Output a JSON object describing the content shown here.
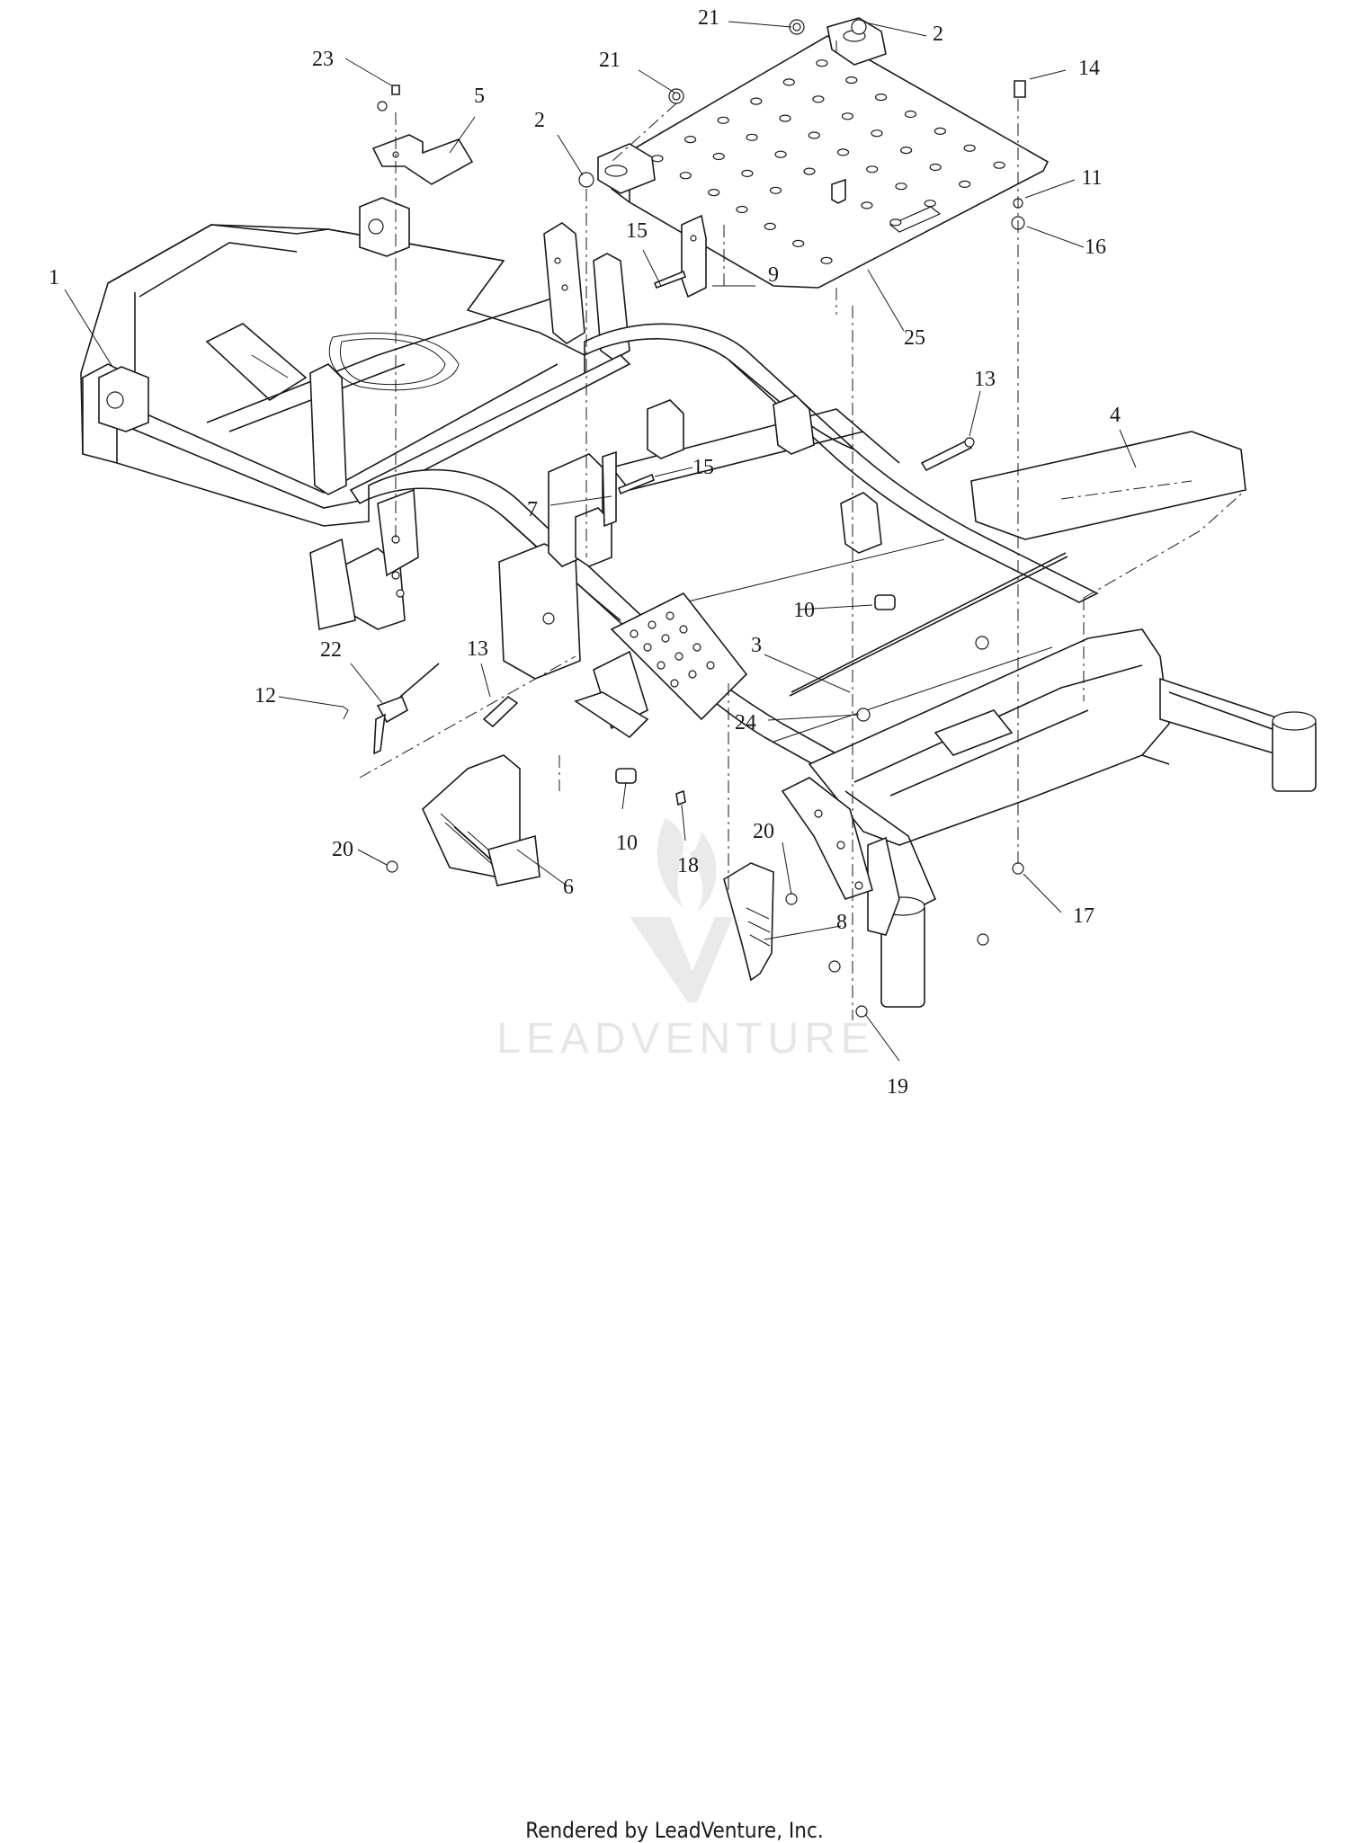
{
  "diagram": {
    "callouts": [
      {
        "id": "1",
        "text": "1"
      },
      {
        "id": "2a",
        "text": "2"
      },
      {
        "id": "2b",
        "text": "2"
      },
      {
        "id": "3",
        "text": "3"
      },
      {
        "id": "4",
        "text": "4"
      },
      {
        "id": "5",
        "text": "5"
      },
      {
        "id": "6",
        "text": "6"
      },
      {
        "id": "7",
        "text": "7"
      },
      {
        "id": "8",
        "text": "8"
      },
      {
        "id": "9",
        "text": "9"
      },
      {
        "id": "10a",
        "text": "10"
      },
      {
        "id": "10b",
        "text": "10"
      },
      {
        "id": "11",
        "text": "11"
      },
      {
        "id": "12",
        "text": "12"
      },
      {
        "id": "13a",
        "text": "13"
      },
      {
        "id": "13b",
        "text": "13"
      },
      {
        "id": "14",
        "text": "14"
      },
      {
        "id": "15a",
        "text": "15"
      },
      {
        "id": "15b",
        "text": "15"
      },
      {
        "id": "16",
        "text": "16"
      },
      {
        "id": "17",
        "text": "17"
      },
      {
        "id": "18",
        "text": "18"
      },
      {
        "id": "19",
        "text": "19"
      },
      {
        "id": "20a",
        "text": "20"
      },
      {
        "id": "20b",
        "text": "20"
      },
      {
        "id": "21a",
        "text": "21"
      },
      {
        "id": "21b",
        "text": "21"
      },
      {
        "id": "22",
        "text": "22"
      },
      {
        "id": "23",
        "text": "23"
      },
      {
        "id": "24",
        "text": "24"
      },
      {
        "id": "25",
        "text": "25"
      }
    ],
    "watermark_text": "LEADVENTURE",
    "footer_text": "Rendered by LeadVenture, Inc."
  }
}
